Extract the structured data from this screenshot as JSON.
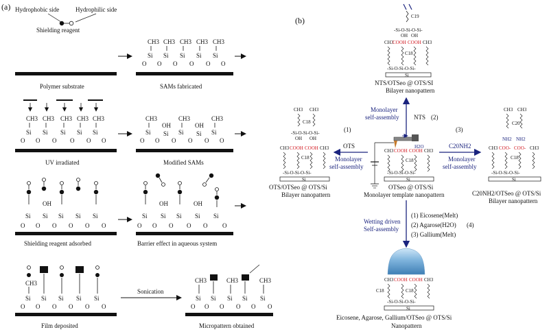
{
  "panel_a": {
    "label": "(a)",
    "legend": {
      "hydrophobic_side": "Hydrophobic side",
      "hydrophilic_side": "Hydrophilic side",
      "shielding_reagent": "Shielding reagent"
    },
    "steps": {
      "polymer_substrate": "Polymer substrate",
      "sams_fabricated": "SAMs fabricated",
      "uv_irradiated": "UV irradiated",
      "modified_sams": "Modified SAMs",
      "shielding_reagent_adsorbed": "Shielding reagent adsorbed",
      "barrier_effect": "Barrier effect in aqueous system",
      "film_deposited": "Film deposited",
      "sonication": "Sonication",
      "micropattern_obtained": "Micropattern obtained"
    },
    "chem": {
      "ch3": "CH3",
      "si": "Si",
      "o": "O",
      "oh": "OH"
    }
  },
  "panel_b": {
    "label": "(b)",
    "top": {
      "c19": "C19",
      "c18": "C18",
      "cooh": "COOH",
      "title": "NTS/OTSeo @ OTS/SI",
      "subtitle": "Bilayer nanopattern"
    },
    "route2": {
      "reagent": "NTS",
      "number": "(2)",
      "mode_line1": "Monolayer",
      "mode_line2": "self-assembly"
    },
    "route1": {
      "number": "(1)",
      "reagent": "OTS",
      "mode_line1": "Monolayer",
      "mode_line2": "self-assembly"
    },
    "route3": {
      "number": "(3)",
      "reagent": "C20NH2",
      "mode_line1": "Monolayer",
      "mode_line2": "self-assembly"
    },
    "route4": {
      "number": "(4)",
      "mode_line1": "Wetting driven",
      "mode_line2": "Self-assembly",
      "option1": "(1) Eicosene(Melt)",
      "option2": "(2) Agarose(H2O)",
      "option3": "(3) Gallium(Melt)"
    },
    "center": {
      "title": "OTSeo @ OTS/Si",
      "subtitle": "Monolayer template nanopattern",
      "h2o": "H2O"
    },
    "left": {
      "title": "OTS/OTSeo @ OTS/Si",
      "subtitle": "Bilayer nanopattern"
    },
    "right": {
      "title": "C20NH2/OTSeo @ OTS/Si",
      "subtitle": "Bilayer nanopattern",
      "c20": "C20",
      "nh2": "NH2",
      "coo": "COO-"
    },
    "bottom": {
      "title": "Eicosene, Agarose, Gallium/OTSeo @ OTS/Si",
      "subtitle": "Nanopattern"
    },
    "chem": {
      "ch3": "CH3",
      "si": "Si",
      "c18": "C18",
      "oh": "OH",
      "sio": "-Si-O-Si-O-Si-"
    }
  }
}
